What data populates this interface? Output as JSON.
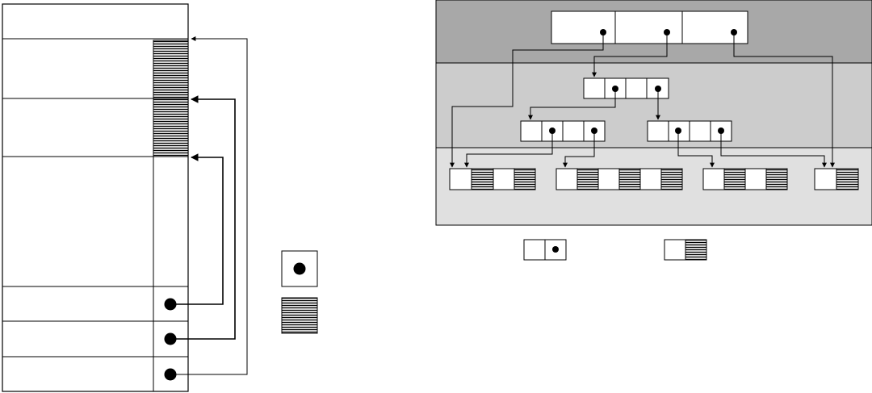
{
  "colors": {
    "line": "#000000",
    "background": "#ffffff",
    "hatch_background": "#d0d0d0",
    "hatch_line": "#000000",
    "level_top": "#a8a8a8",
    "level_middle": "#cccccc",
    "level_bottom": "#e0e0e0"
  },
  "left_diagram": {
    "slots": [
      {
        "name": "slot-header",
        "kind": "empty"
      },
      {
        "name": "slot-1",
        "kind": "hatched"
      },
      {
        "name": "slot-2",
        "kind": "hatched"
      },
      {
        "name": "slot-3",
        "kind": "empty"
      },
      {
        "name": "slot-4",
        "kind": "pointer"
      },
      {
        "name": "slot-5",
        "kind": "pointer"
      },
      {
        "name": "slot-6",
        "kind": "pointer"
      }
    ]
  },
  "legend": [
    {
      "name": "legend-pointer",
      "kind": "pointer-icon"
    },
    {
      "name": "legend-hatch",
      "kind": "hatch-icon"
    }
  ],
  "tree": {
    "levels": 3,
    "root": {
      "cells": 3,
      "kind": "pointer"
    },
    "internal": [
      {
        "cells": 4,
        "pattern": "pointer"
      },
      {
        "cells": 4,
        "pattern": "pointer"
      },
      {
        "cells": 4,
        "pattern": "pointer"
      }
    ],
    "leaves": [
      {
        "cells": 4
      },
      {
        "cells": 6
      },
      {
        "cells": 4
      },
      {
        "cells": 2
      }
    ]
  }
}
